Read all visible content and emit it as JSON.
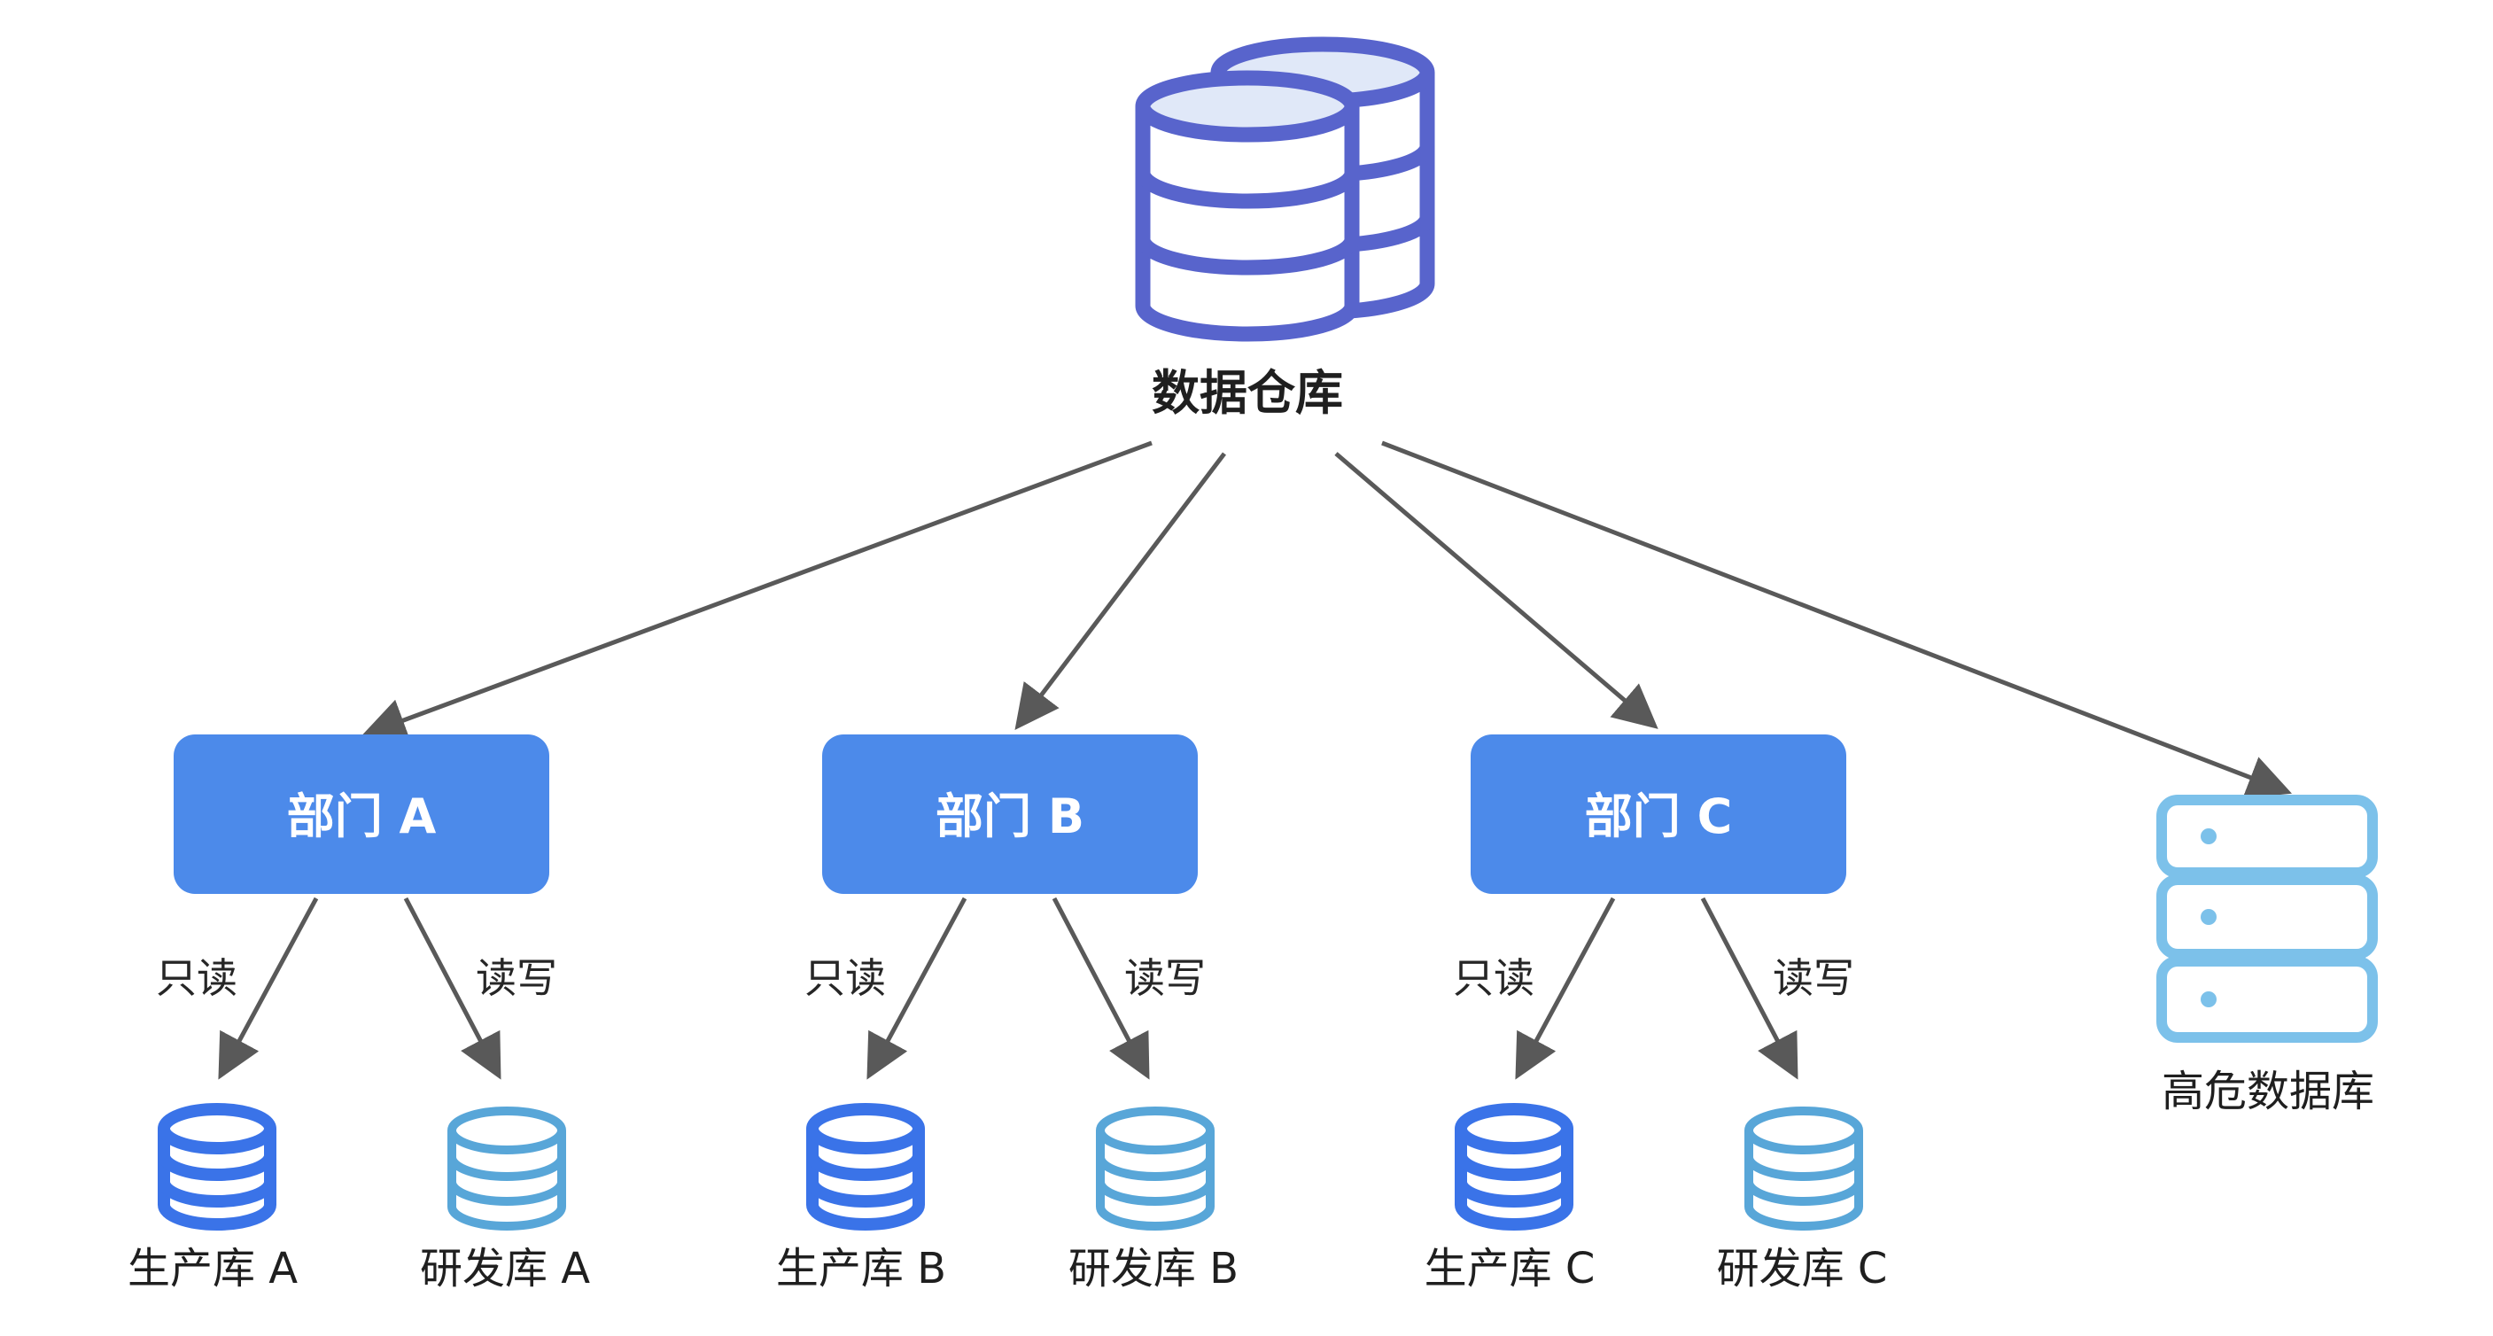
{
  "warehouse": {
    "label": "数据仓库",
    "color": "#5864cc",
    "fill": "#e0e8f8",
    "icon": "database-stack-icon"
  },
  "departments": [
    {
      "id": "a",
      "label": "部门 A",
      "edges": {
        "left": "只读",
        "right": "读写"
      },
      "dbs": [
        {
          "label": "生产库 A",
          "kind": "prod"
        },
        {
          "label": "研发库 A",
          "kind": "dev"
        }
      ]
    },
    {
      "id": "b",
      "label": "部门 B",
      "edges": {
        "left": "只读",
        "right": "读写"
      },
      "dbs": [
        {
          "label": "生产库 B",
          "kind": "prod"
        },
        {
          "label": "研发库 B",
          "kind": "dev"
        }
      ]
    },
    {
      "id": "c",
      "label": "部门 C",
      "edges": {
        "left": "只读",
        "right": "读写"
      },
      "dbs": [
        {
          "label": "生产库 C",
          "kind": "prod"
        },
        {
          "label": "研发库 C",
          "kind": "dev"
        }
      ]
    }
  ],
  "risk_db": {
    "label": "高危数据库",
    "color": "#7cc1ea",
    "icon": "server-rack-icon"
  },
  "colors": {
    "dept_fill": "#4c8aea",
    "prod_db": "#3a73e8",
    "dev_db": "#58a6d8",
    "arrow": "#595959"
  }
}
